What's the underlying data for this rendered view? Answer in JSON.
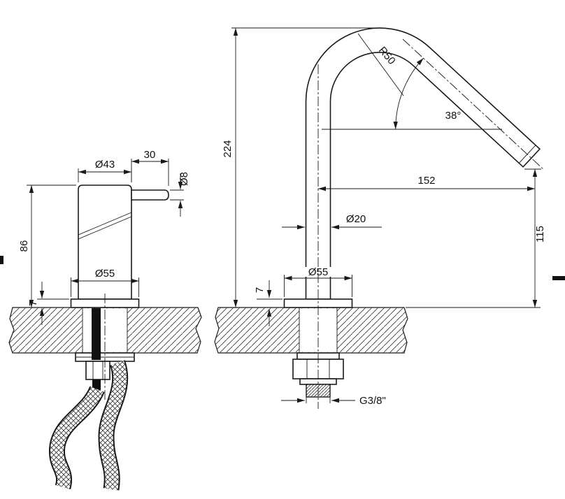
{
  "left_view": {
    "diameter_top": "Ø43",
    "lever_length": "30",
    "lever_diameter": "Ø8",
    "height": "86",
    "base_diameter": "Ø55",
    "base_thickness": "7"
  },
  "right_view": {
    "height": "224",
    "bend_radius": "R50",
    "angle": "38°",
    "reach": "152",
    "tube_diameter": "Ø20",
    "outlet_height": "115",
    "base_thickness": "7",
    "base_diameter": "Ø55",
    "thread": "G3/8\""
  },
  "colors": {
    "line": "#1a1a1a",
    "background": "#ffffff",
    "hatch": "#333333"
  }
}
